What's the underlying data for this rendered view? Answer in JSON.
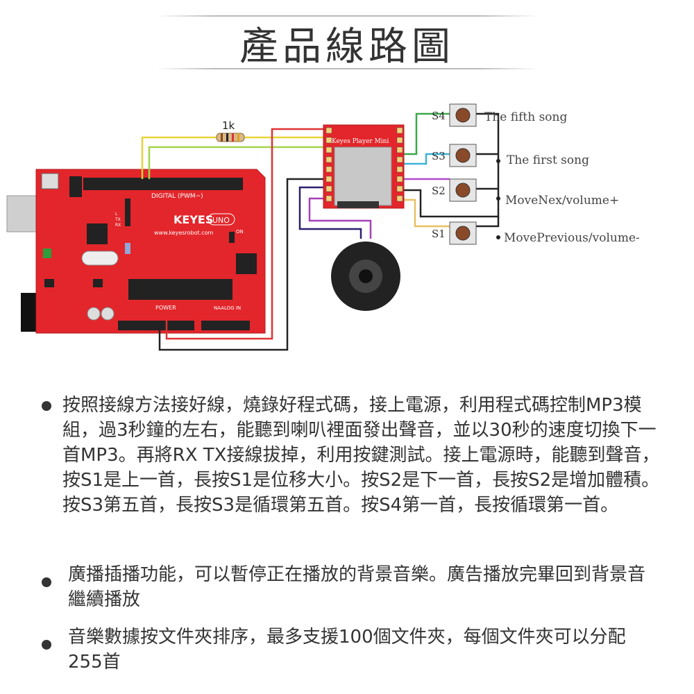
{
  "title": "產品線路圖",
  "diagram": {
    "resistor_label": "1k",
    "module_label": "Keyes Player Mini",
    "board_brand": "KEYES",
    "board_model": "UNO",
    "board_url": "www.keyesrobot.com",
    "board_digital": "DIGITAL  (PWM~)",
    "board_power": "POWER",
    "board_analog": "NAALOG  IN",
    "board_on": "ON",
    "board_tx": "TX",
    "board_rx": "RX",
    "board_l": "L",
    "buttons": [
      {
        "id": "S4",
        "label": "The fifth song"
      },
      {
        "id": "S3",
        "label": "The first song"
      },
      {
        "id": "S2",
        "label": "MoveNex/volume+"
      },
      {
        "id": "S1",
        "label": "MovePrevious/volume-"
      }
    ]
  },
  "bullets": [
    "按照接線方法接好線，燒錄好程式碼，接上電源，利用程式碼控制MP3模組，過3秒鐘的左右，能聽到喇叭裡面發出聲音，並以30秒的速度切換下一首MP3。再將RX TX接線拔掉，利用按鍵測試。接上電源時，能聽到聲音，按S1是上一首，長按S1是位移大小。按S2是下一首，長按S2是增加體積。按S3第五首，長按S3是循環第五首。按S4第一首，長按循環第一首。",
    "廣播插播功能，可以暫停正在播放的背景音樂。廣告播放完畢回到背景音繼續播放",
    "音樂數據按文件夾排序，最多支援100個文件夾，每個文件夾可以分配255首"
  ]
}
